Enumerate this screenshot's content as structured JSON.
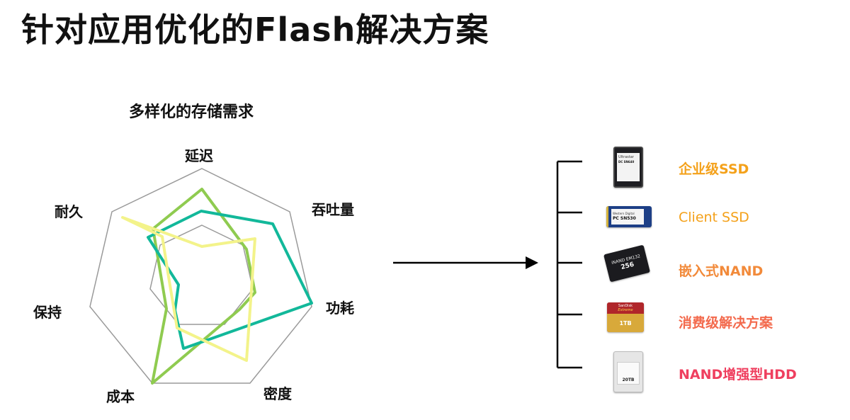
{
  "title": "针对应用优化的Flash解决方案",
  "radar": {
    "title": "多样化的存储需求",
    "axes": [
      "延迟",
      "吞吐量",
      "功耗",
      "密度",
      "成本",
      "保持",
      "耐久"
    ]
  },
  "products": [
    {
      "label": "企业级SSD",
      "color": "#f4a11a",
      "icon": "enterprise-ssd-photo"
    },
    {
      "label": "Client SSD",
      "color": "#f4a11a",
      "icon": "client-ssd-m2-photo"
    },
    {
      "label": "嵌入式NAND",
      "color": "#f28a3a",
      "icon": "embedded-nand-chip-photo"
    },
    {
      "label": "消费级解决方案",
      "color": "#f36a4d",
      "icon": "microsd-card-photo"
    },
    {
      "label": "NAND增强型HDD",
      "color": "#ef3f5f",
      "icon": "hdd-photo"
    }
  ],
  "product_text": {
    "ssd1_brand": "Ultrastar",
    "ssd1_model": "DC SN640",
    "ssd2_brand": "Western Digital",
    "ssd2_model": "PC SN530",
    "nand_model": "iNAND EM132",
    "nand_capacity": "256",
    "sd_brand": "SanDisk",
    "sd_line": "Extreme",
    "sd_capacity": "1TB",
    "hdd_capacity": "20TB"
  },
  "colors": {
    "series_green": "#8fcb50",
    "series_teal": "#12b89a",
    "series_yellow": "#f3f38a",
    "grid": "#9a9a9a"
  }
}
